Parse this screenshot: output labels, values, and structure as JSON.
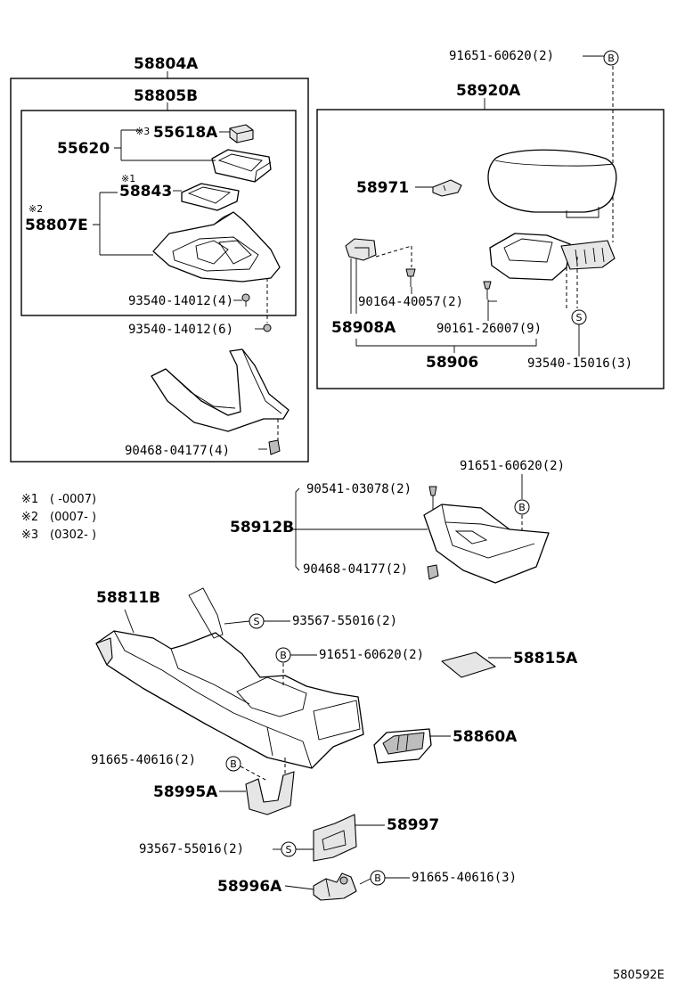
{
  "labels": {
    "p58804A": "58804A",
    "p58805B": "58805B",
    "p55620": "55620",
    "p55618A": "55618A",
    "p58843": "58843",
    "p58807E": "58807E",
    "p93540_14012_4": "93540-14012(4)",
    "p93540_14012_6": "93540-14012(6)",
    "p90468_04177_4": "90468-04177(4)",
    "p91651_60620_2_a": "91651-60620(2)",
    "p58920A": "58920A",
    "p58971": "58971",
    "p90164_40057_2": "90164-40057(2)",
    "p58908A": "58908A",
    "p90161_26007_9": "90161-26007(9)",
    "p58906": "58906",
    "p93540_15016_3": "93540-15016(3)",
    "p91651_60620_2_b": "91651-60620(2)",
    "p90541_03078_2": "90541-03078(2)",
    "p58912B": "58912B",
    "p90468_04177_2": "90468-04177(2)",
    "p58811B": "58811B",
    "p93567_55016_2_a": "93567-55016(2)",
    "p91651_60620_2_c": "91651-60620(2)",
    "p58815A": "58815A",
    "p58860A": "58860A",
    "p91665_40616_2": "91665-40616(2)",
    "p58995A": "58995A",
    "p58997": "58997",
    "p93567_55016_2_b": "93567-55016(2)",
    "p58996A": "58996A",
    "p91665_40616_3": "91665-40616(3)"
  },
  "marks": {
    "note1": "※1",
    "note2": "※2",
    "note3": "※3"
  },
  "notes": [
    {
      "mark": "※1",
      "text": "(        -0007)"
    },
    {
      "mark": "※2",
      "text": "(0007-        )"
    },
    {
      "mark": "※3",
      "text": "(0302-        )"
    }
  ],
  "symbols": {
    "b": "B",
    "s": "S"
  },
  "diagram_code": "580592E"
}
